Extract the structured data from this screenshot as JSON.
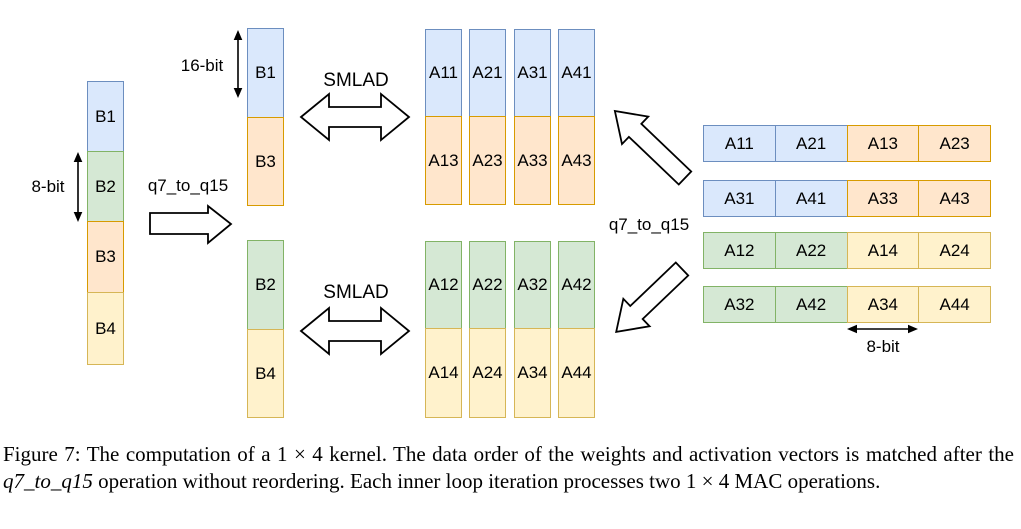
{
  "palette": {
    "blue_fill": "#dae8fc",
    "blue_stroke": "#6c8ebf",
    "green_fill": "#d5e8d4",
    "green_stroke": "#82b366",
    "orange_fill": "#ffe6cc",
    "orange_stroke": "#d79b00",
    "yellow_fill": "#fff2cc",
    "yellow_stroke": "#d6b656"
  },
  "labels": {
    "bit8_weights": "8-bit",
    "bit16": "16-bit",
    "q7_to_q15_left": "q7_to_q15",
    "q7_to_q15_right": "q7_to_q15",
    "smlad_top": "SMLAD",
    "smlad_bottom": "SMLAD",
    "bit8_activations": "8-bit"
  },
  "weights": {
    "packed_column": [
      "B1",
      "B2",
      "B3",
      "B4"
    ],
    "expanded_top": [
      "B1",
      "B3"
    ],
    "expanded_bottom": [
      "B2",
      "B4"
    ]
  },
  "activations": {
    "expanded_top": [
      [
        "A11",
        "A13"
      ],
      [
        "A21",
        "A23"
      ],
      [
        "A31",
        "A33"
      ],
      [
        "A41",
        "A43"
      ]
    ],
    "expanded_bottom": [
      [
        "A12",
        "A14"
      ],
      [
        "A22",
        "A24"
      ],
      [
        "A32",
        "A34"
      ],
      [
        "A42",
        "A44"
      ]
    ],
    "packed_rows": [
      [
        "A11",
        "A21",
        "A13",
        "A23"
      ],
      [
        "A31",
        "A41",
        "A33",
        "A43"
      ],
      [
        "A12",
        "A22",
        "A14",
        "A24"
      ],
      [
        "A32",
        "A42",
        "A34",
        "A44"
      ]
    ]
  },
  "caption": {
    "text_before_italic": "Figure 7: The computation of a 1 × 4 kernel. The data order of the weights and activation vectors is matched after the ",
    "italic_term": "q7_to_q15",
    "text_after_italic": " operation without reordering. Each inner loop iteration processes two 1 × 4 MAC operations."
  }
}
